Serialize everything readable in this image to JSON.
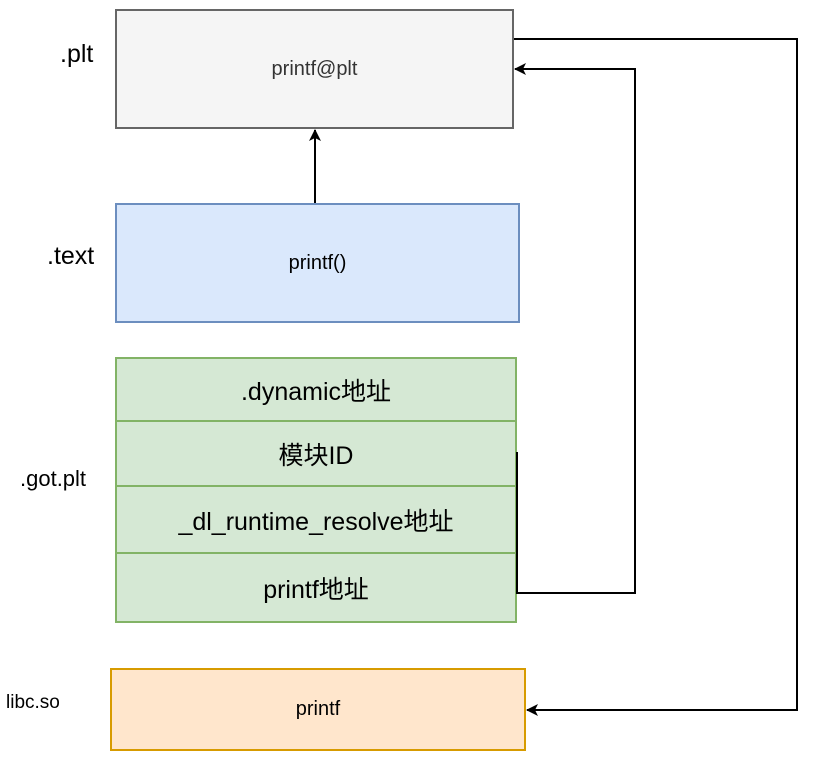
{
  "sections": {
    "plt": ".plt",
    "text": ".text",
    "got_plt": ".got.plt",
    "libc": "libc.so"
  },
  "boxes": {
    "plt_entry": "printf@plt",
    "text_call": "printf()",
    "libc_func": "printf"
  },
  "got_entries": [
    ".dynamic地址",
    "模块ID",
    "_dl_runtime_resolve地址",
    "printf地址"
  ],
  "colors": {
    "plt_fill": "#f5f5f5",
    "plt_stroke": "#666666",
    "text_fill": "#dae8fc",
    "text_stroke": "#6c8ebf",
    "got_fill": "#d5e8d4",
    "got_stroke": "#82b366",
    "libc_fill": "#ffe6cc",
    "libc_stroke": "#d79b00",
    "line": "#000000"
  }
}
